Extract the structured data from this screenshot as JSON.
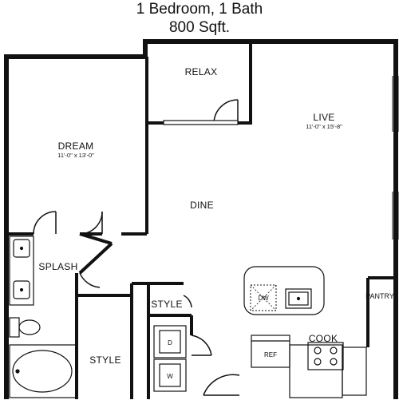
{
  "header": {
    "unit_type": "1 Bedroom, 1 Bath",
    "area": "800 Sqft."
  },
  "rooms": {
    "relax": "RELAX",
    "live": "LIVE",
    "live_dims": "11'-0\" x 15'-8\"",
    "dream": "DREAM",
    "dream_dims": "11'-0\" x 13'-0\"",
    "dine": "DINE",
    "splash": "SPLASH",
    "style_small": "STYLE",
    "style_large": "STYLE",
    "cook": "COOK",
    "pantry": "PANTRY"
  },
  "fixtures": {
    "dishwasher": "DW",
    "dryer": "D",
    "washer": "W",
    "refrigerator": "REF"
  },
  "colors": {
    "wall": "#111111",
    "background": "#ffffff"
  }
}
